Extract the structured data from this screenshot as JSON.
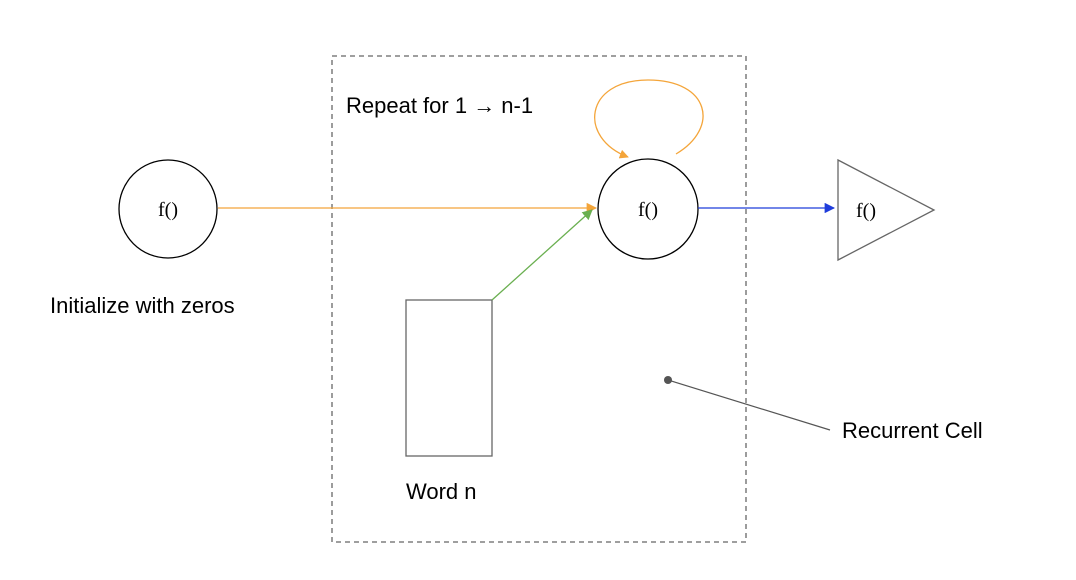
{
  "nodes": {
    "init": {
      "label": "f()"
    },
    "cell": {
      "label": "f()"
    },
    "output": {
      "label": "f()"
    }
  },
  "labels": {
    "init_caption": "Initialize with zeros",
    "repeat": "Repeat for 1 → n-1",
    "word": "Word n",
    "recurrent": "Recurrent Cell"
  },
  "colors": {
    "stroke": "#000000",
    "box_stroke": "#666666",
    "orange": "#f4a53a",
    "green": "#6aaf50",
    "blue": "#1f3ddb",
    "callout": "#555555"
  }
}
